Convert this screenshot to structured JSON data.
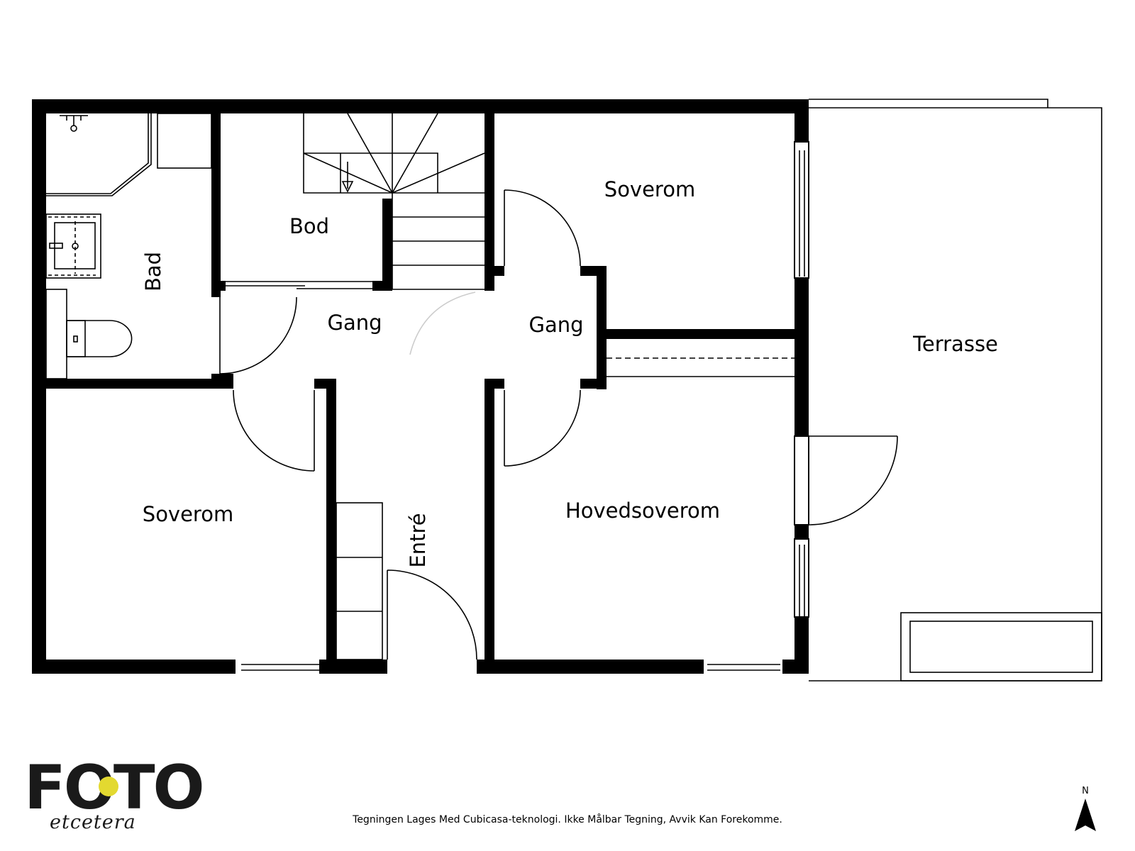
{
  "rooms": {
    "bad": "Bad",
    "bod": "Bod",
    "soverom_top": "Soverom",
    "gang_left": "Gang",
    "gang_right": "Gang",
    "terrasse": "Terrasse",
    "soverom_left": "Soverom",
    "hovedsoverom": "Hovedsoverom",
    "entre": "Entré"
  },
  "footer": {
    "note": "Tegningen Lages Med Cubicasa-teknologi. Ikke Målbar Tegning, Avvik Kan Forekomme."
  },
  "logo": {
    "main": "FOTO",
    "sub": "etcetera",
    "dot_color": "#e3d930"
  },
  "compass": {
    "letter": "N"
  }
}
